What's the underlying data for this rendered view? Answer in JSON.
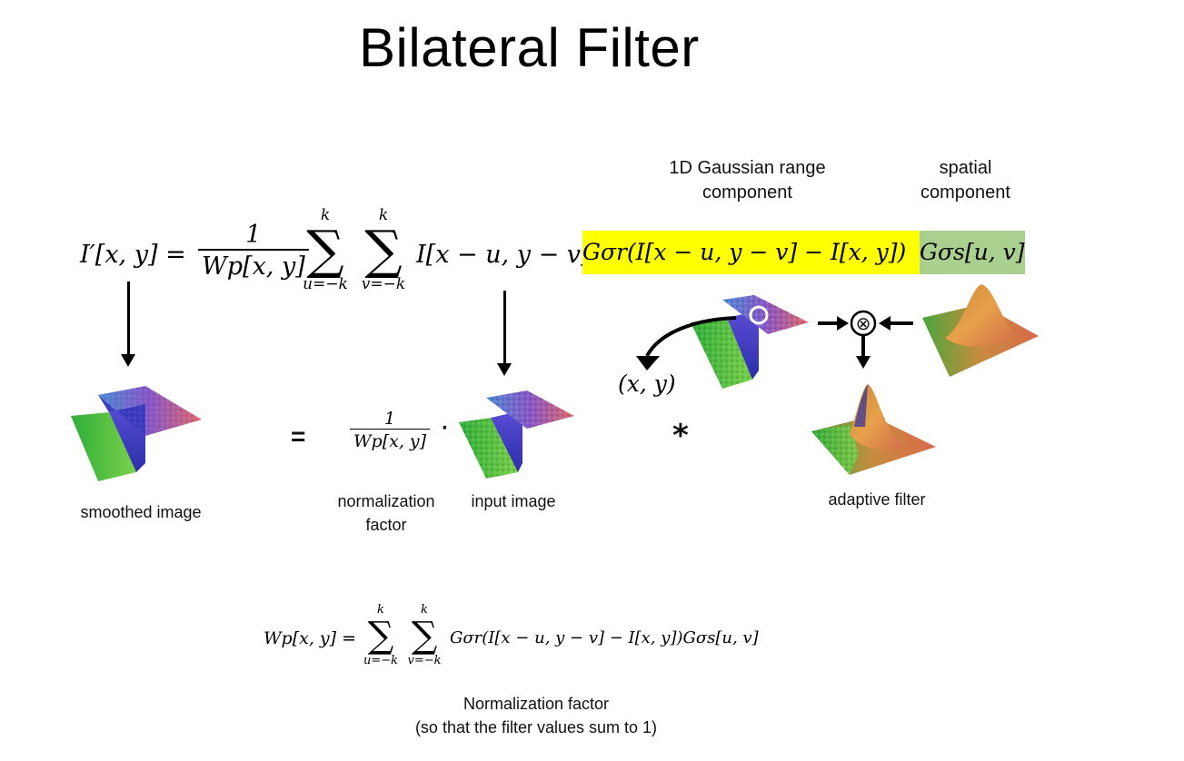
{
  "title": "Bilateral Filter",
  "headers": {
    "range_component": [
      "1D Gaussian range",
      "component"
    ],
    "spatial_component": [
      "spatial",
      "component"
    ]
  },
  "equation": {
    "lhs": "I′[x, y] =",
    "frac_num": "1",
    "frac_den": "Wp[x, y]",
    "sum_top": "k",
    "sum_u_bottom": "u=−k",
    "sum_v_bottom": "v=−k",
    "input_term": "I[x − u, y − v]",
    "range_term": "Gσr(I[x − u, y − v] − I[x, y])",
    "spatial_term": "Gσs[u, v]"
  },
  "lower": {
    "equals": "=",
    "frac_num": "1",
    "frac_den": "Wp[x, y]",
    "dot": "·",
    "convolve": "*",
    "xy": "(x, y)",
    "times": "⊗"
  },
  "captions": {
    "smoothed": "smoothed image",
    "normalization": [
      "normalization",
      "factor"
    ],
    "input": "input image",
    "adaptive": "adaptive filter"
  },
  "norm_equation": {
    "lhs": "Wp[x, y] =",
    "sum_top": "k",
    "sum_u_bottom": "u=−k",
    "sum_v_bottom": "v=−k",
    "body": "Gσr(I[x − u, y − v] − I[x, y])Gσs[u, v]"
  },
  "footer": [
    "Normalization factor",
    "(so that the filter values sum to 1)"
  ],
  "colors": {
    "range_highlight": "#ffff00",
    "spatial_highlight": "#a9d08e"
  }
}
